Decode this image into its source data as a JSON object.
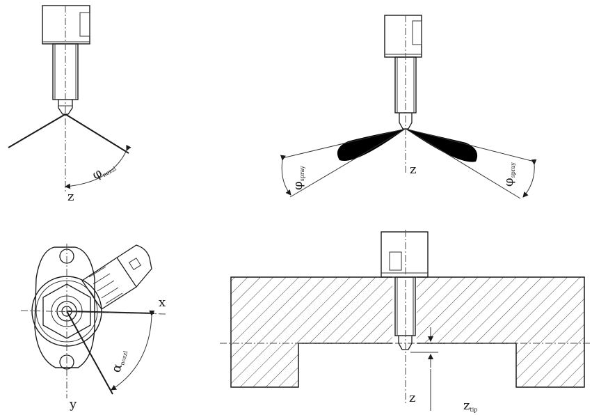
{
  "panels": {
    "nozzle_angle": {
      "axis_label": "z",
      "angle_symbol": "φ",
      "angle_subscript": "nozzl"
    },
    "spray_angle": {
      "axis_label": "z",
      "left_angle_symbol": "φ",
      "left_angle_subscript": "spray",
      "right_angle_symbol": "φ",
      "right_angle_subscript": "spray"
    },
    "rotation_angle": {
      "x_label": "x",
      "y_label": "y",
      "angle_symbol": "α",
      "angle_subscript": "nozzl"
    },
    "tip_position": {
      "axis_label": "z",
      "tip_symbol": "z",
      "tip_subscript": "tip"
    }
  },
  "colors": {
    "ink": "#1a1a1a",
    "background": "#ffffff",
    "spray_fill": "#000000"
  }
}
